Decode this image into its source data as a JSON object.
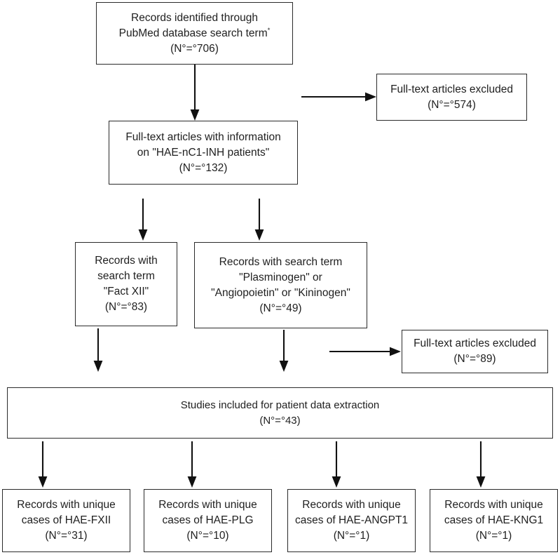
{
  "diagram": {
    "title": "PRISMA-style study selection flow diagram",
    "type": "flowchart",
    "nodes": {
      "identified": {
        "id": "identified",
        "line1": "Records identified through",
        "line2": "PubMed database search term",
        "footnote_marker": "*",
        "line3": "(N°=°706)",
        "count": 706
      },
      "excluded_574": {
        "id": "excluded_574",
        "line1": "Full-text articles excluded",
        "line2": "(N°=°574)",
        "count": 574
      },
      "fulltext_info": {
        "id": "fulltext_info",
        "line1": "Full-text articles with information",
        "line2": "on \"HAE-nC1-INH patients\"",
        "line3": "(N°=°132)",
        "count": 132
      },
      "fact_xii": {
        "id": "fact_xii",
        "line1": "Records with",
        "line2": "search term",
        "line3": "\"Fact XII\"",
        "line4": "(N°=°83)",
        "count": 83
      },
      "plg_angpt_kng": {
        "id": "plg_angpt_kng",
        "line1": "Records with search term",
        "line2": "\"Plasminogen\" or",
        "line3": "\"Angiopoietin\" or \"Kininogen\"",
        "line4": "(N°=°49)",
        "count": 49
      },
      "excluded_89": {
        "id": "excluded_89",
        "line1": "Full-text articles excluded",
        "line2": "(N°=°89)",
        "count": 89
      },
      "studies_included": {
        "id": "studies_included",
        "line1": "Studies included for patient data extraction",
        "line2": "(N°=°43)",
        "count": 43
      },
      "hae_fxii": {
        "id": "hae_fxii",
        "line1": "Records with unique",
        "line2": "cases of HAE-FXII",
        "line3": "(N°=°31)",
        "count": 31
      },
      "hae_plg": {
        "id": "hae_plg",
        "line1": "Records with unique",
        "line2": "cases of HAE-PLG",
        "line3": "(N°=°10)",
        "count": 10
      },
      "hae_angpt1": {
        "id": "hae_angpt1",
        "line1": "Records with unique",
        "line2": "cases of HAE-ANGPT1",
        "line3": "(N°=°1)",
        "count": 1
      },
      "hae_kng1": {
        "id": "hae_kng1",
        "line1": "Records with unique",
        "line2": "cases of HAE-KNG1",
        "line3": "(N°=°1)",
        "count": 1
      }
    },
    "edges": [
      {
        "from": "identified",
        "to": "fulltext_info",
        "direction": "down"
      },
      {
        "from": "identified",
        "to": "excluded_574",
        "direction": "right"
      },
      {
        "from": "fulltext_info",
        "to": "fact_xii",
        "direction": "down"
      },
      {
        "from": "fulltext_info",
        "to": "plg_angpt_kng",
        "direction": "down"
      },
      {
        "from": "fact_xii",
        "to": "studies_included",
        "direction": "down"
      },
      {
        "from": "plg_angpt_kng",
        "to": "studies_included",
        "direction": "down"
      },
      {
        "from": "plg_angpt_kng",
        "to": "excluded_89",
        "direction": "right"
      },
      {
        "from": "studies_included",
        "to": "hae_fxii",
        "direction": "down"
      },
      {
        "from": "studies_included",
        "to": "hae_plg",
        "direction": "down"
      },
      {
        "from": "studies_included",
        "to": "hae_angpt1",
        "direction": "down"
      },
      {
        "from": "studies_included",
        "to": "hae_kng1",
        "direction": "down"
      }
    ],
    "colors": {
      "border": "#2b2b2b",
      "text": "#1f1f1f",
      "background": "#ffffff",
      "arrow": "#111111"
    }
  }
}
